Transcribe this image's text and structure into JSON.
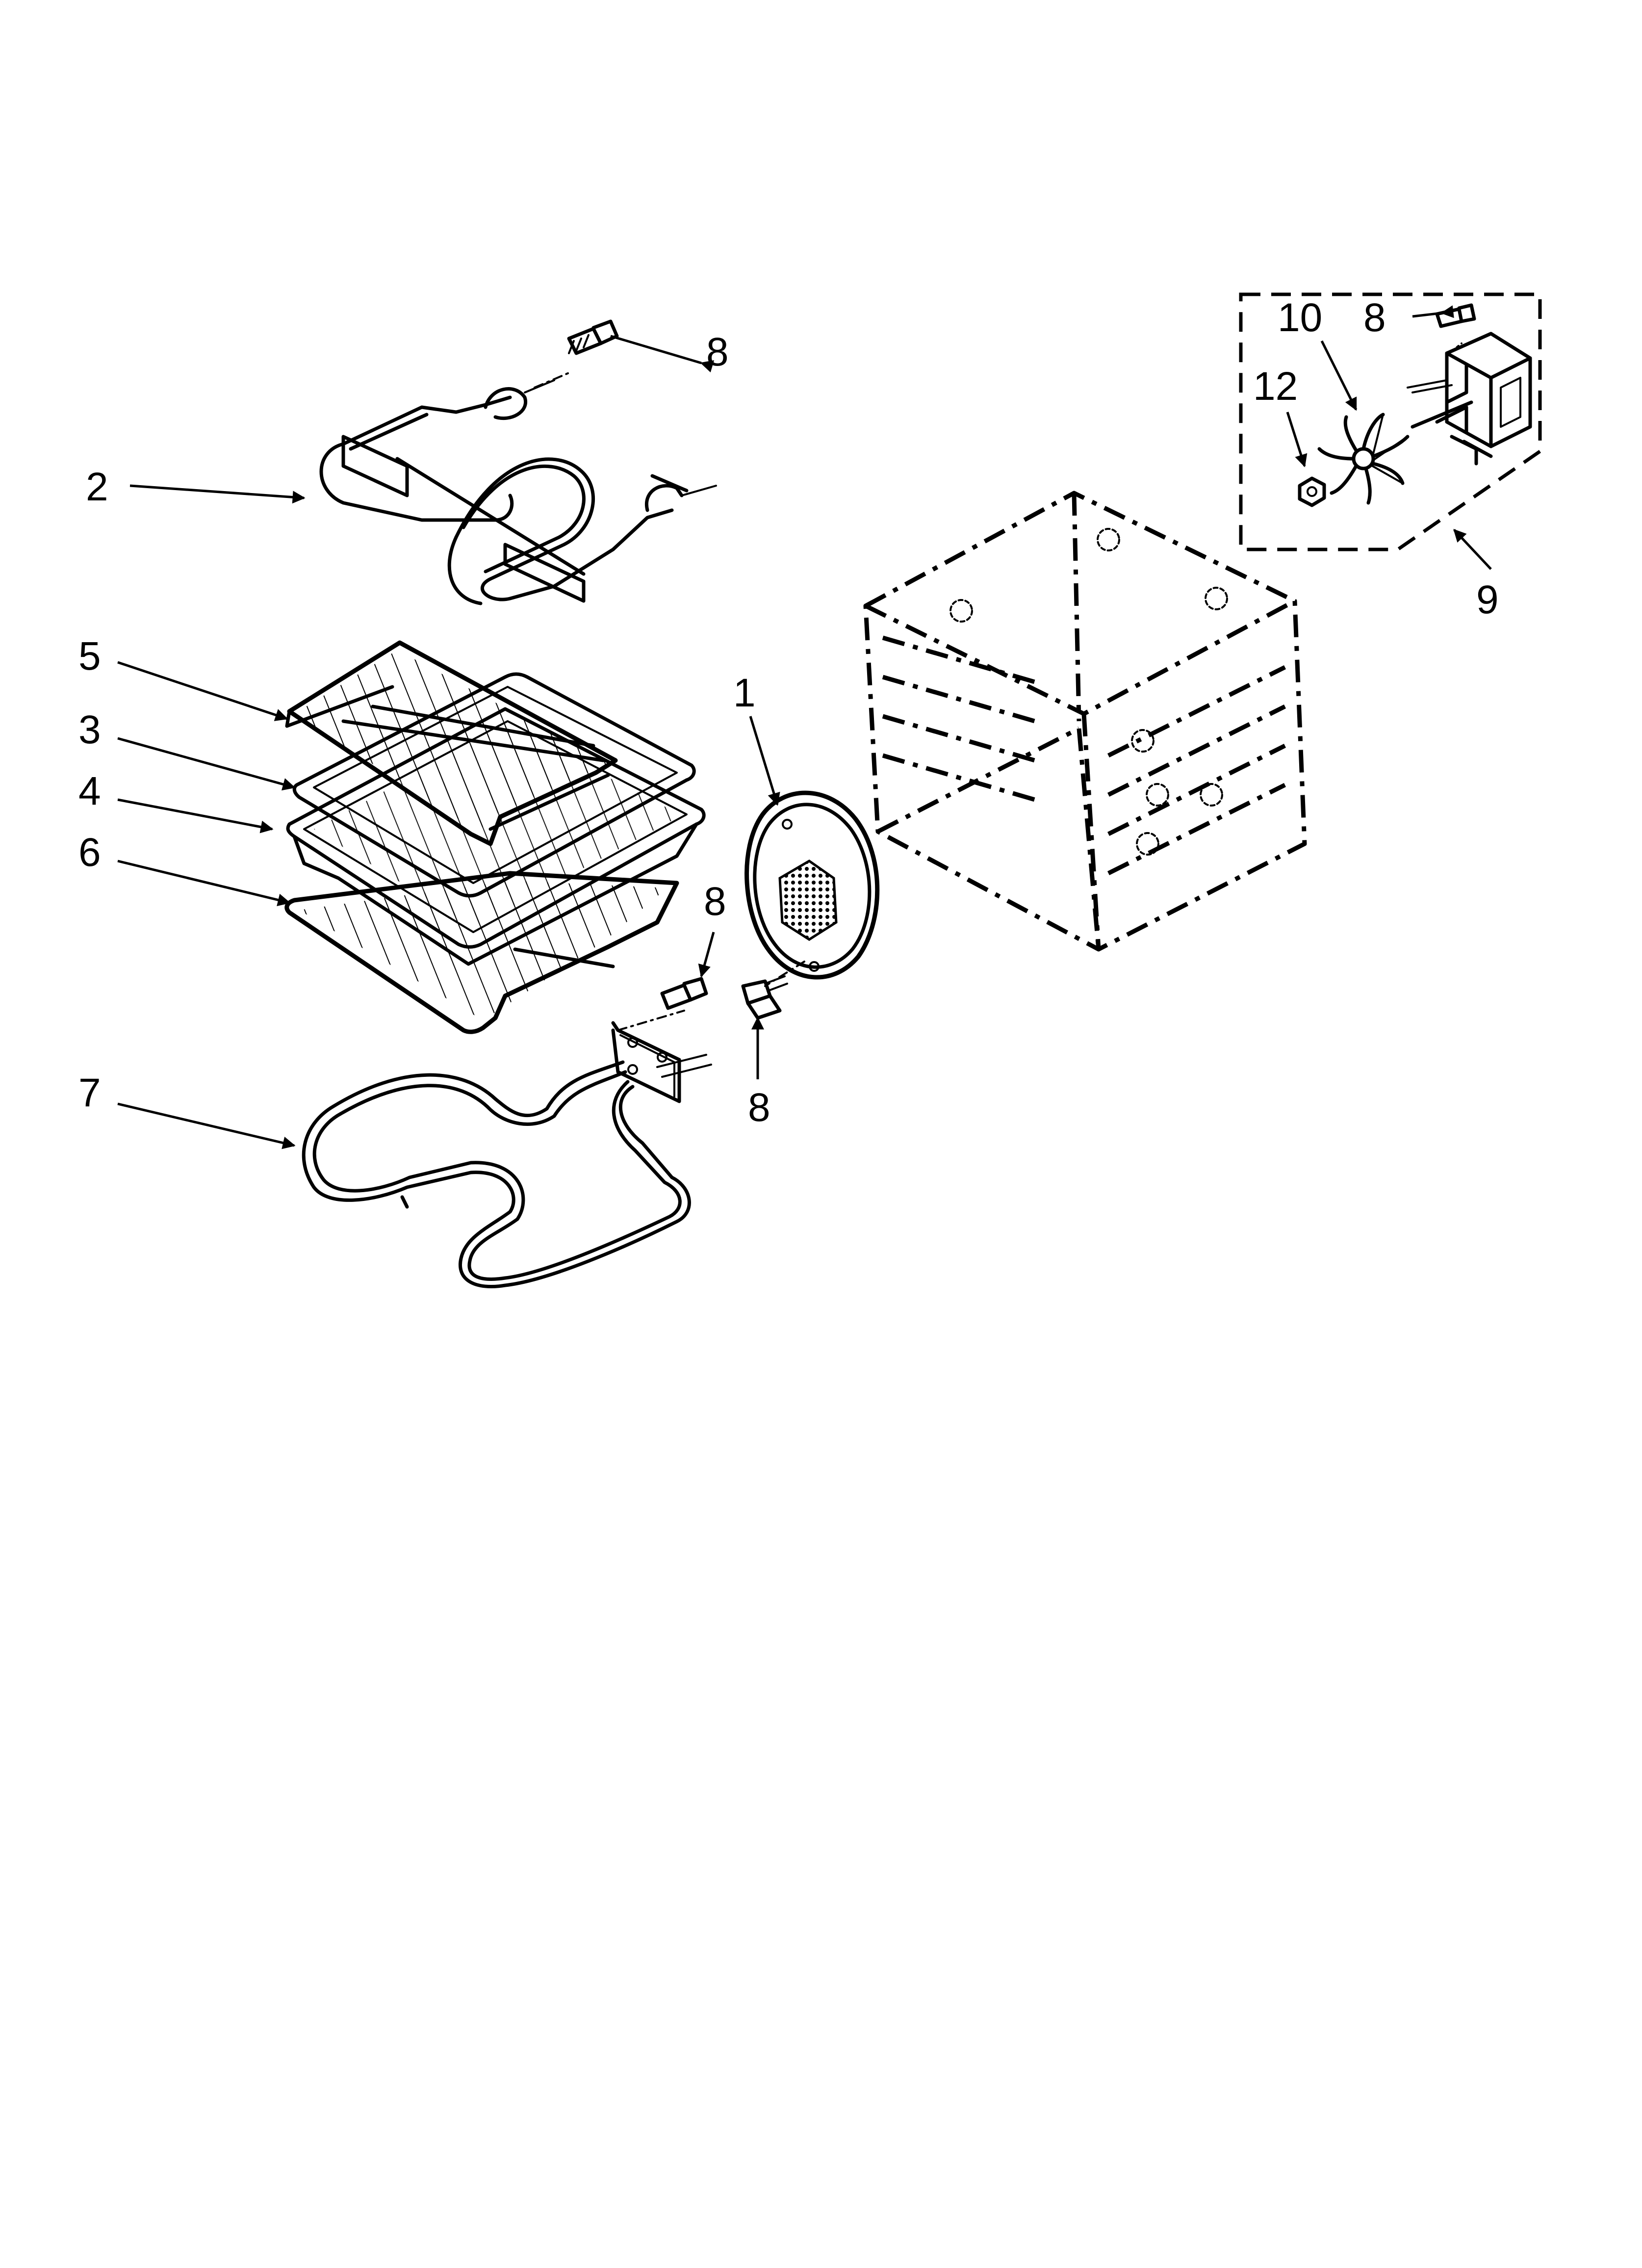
{
  "callouts": {
    "c1": "1",
    "c2": "2",
    "c3": "3",
    "c4": "4",
    "c5": "5",
    "c6": "6",
    "c7": "7",
    "c8_top": "8",
    "c8_middle": "8",
    "c8_bottom": "8",
    "c8_fan": "8",
    "c9": "9",
    "c10": "10",
    "c12": "12"
  },
  "colors": {
    "ink": "#000000",
    "paper": "#ffffff"
  }
}
